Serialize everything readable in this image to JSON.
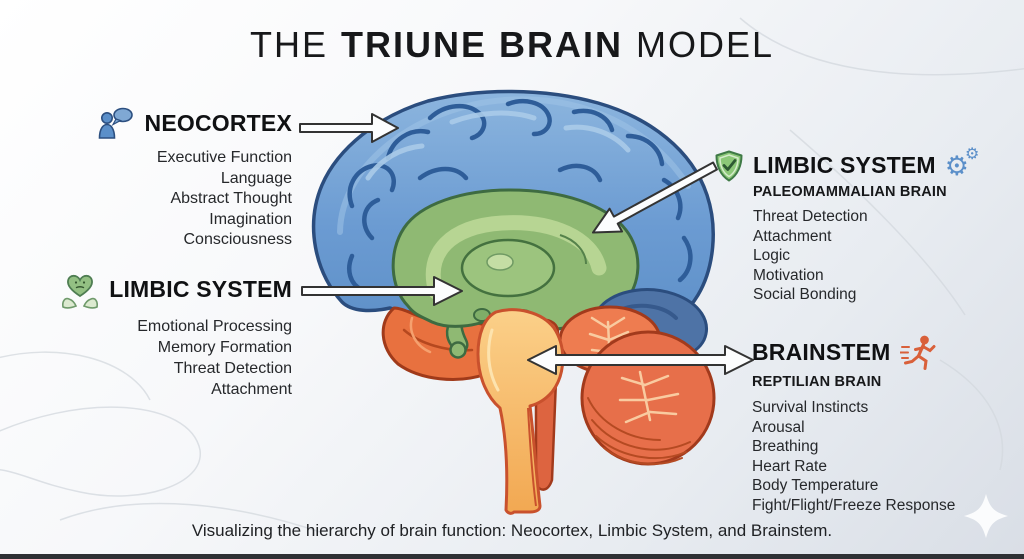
{
  "title": {
    "prefix": "THE",
    "emphasis": "TRIUNE BRAIN",
    "suffix": "MODEL"
  },
  "sections": {
    "neocortex": {
      "heading": "NEOCORTEX",
      "items": [
        "Executive Function",
        "Language",
        "Abstract Thought",
        "Imagination",
        "Consciousness"
      ]
    },
    "limbic_left": {
      "heading": "LIMBIC SYSTEM",
      "items": [
        "Emotional Processing",
        "Memory Formation",
        "Threat Detection",
        "Attachment"
      ]
    },
    "limbic_right": {
      "heading": "LIMBIC SYSTEM",
      "subheading": "PALEOMAMMALIAN BRAIN",
      "items": [
        "Threat Detection",
        "Attachment",
        "Logic",
        "Motivation",
        "Social Bonding"
      ]
    },
    "brainstem": {
      "heading": "BRAINSTEM",
      "subheading": "REPTILIAN BRAIN",
      "items": [
        "Survival Instincts",
        "Arousal",
        "Breathing",
        "Heart Rate",
        "Body Temperature",
        "Fight/Flight/Freeze Response"
      ]
    }
  },
  "caption": "Visualizing the hierarchy of brain function: Neocortex, Limbic System, and Brainstem.",
  "icons": {
    "neocortex": "person-with-speech-bubble",
    "limbic_left": "hands-holding-heart",
    "limbic_right_badge": "shield-check",
    "limbic_right_gears": "gears",
    "gear_glyph": "⚙",
    "brainstem": "running-figure",
    "corner": "four-point-sparkle"
  },
  "colors": {
    "neocortex_blue": "#6b9bd2",
    "limbic_green": "#8fb973",
    "brainstem_yellow": "#f5b766",
    "cerebellum_orange": "#e76f4a",
    "temporal_orange": "#e8713f",
    "occipital_blue": "#4e73a6",
    "arrow_fill": "#fcfdfe",
    "text": "#1b1c1e"
  }
}
